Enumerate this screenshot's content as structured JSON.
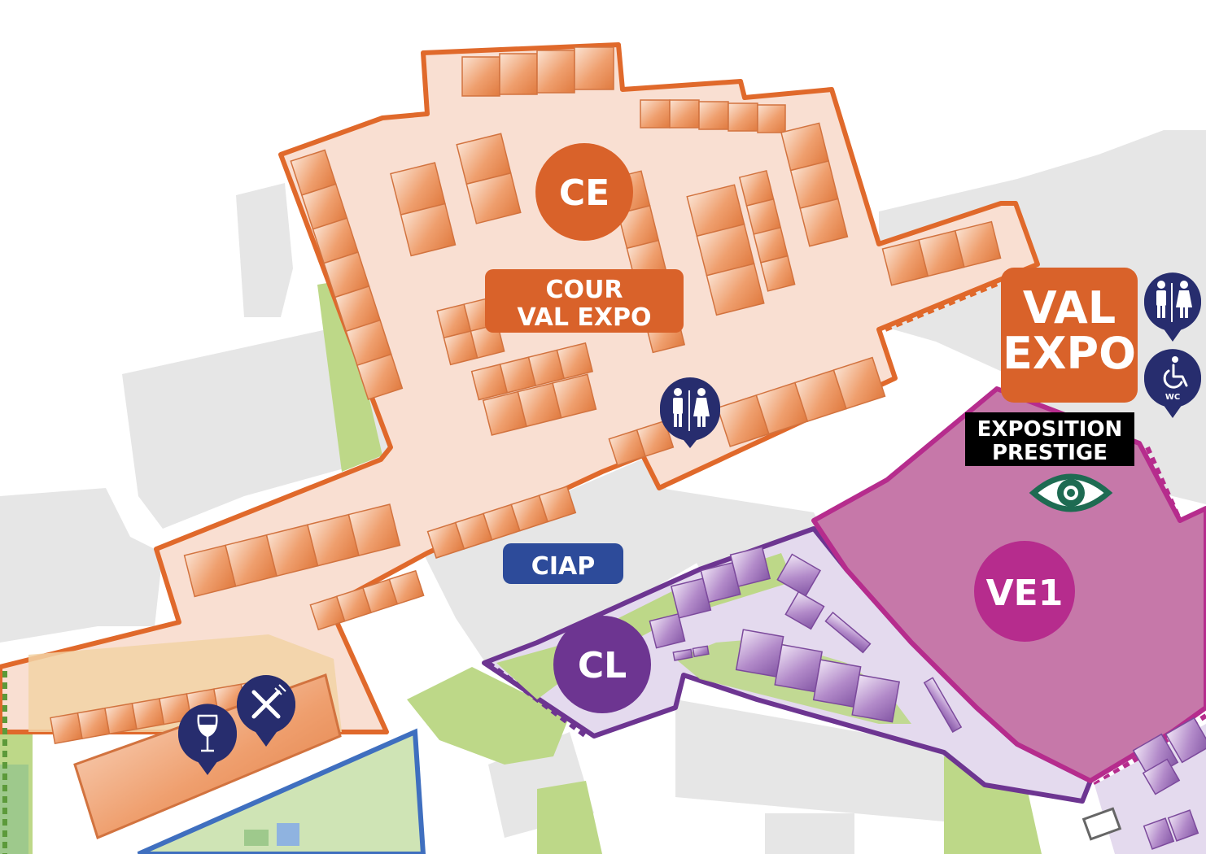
{
  "colors": {
    "background": "#ffffff",
    "building_gray": "#e6e6e6",
    "green_space": "#bdd888",
    "zone_ce_fill": "#f9dfd2",
    "zone_ce_border": "#e0692b",
    "zone_ce_badge": "#d9622a",
    "zone_cl_fill": "#e4daee",
    "zone_cl_border": "#6d3591",
    "zone_cl_badge": "#6d3591",
    "zone_ve1_fill": "#c678a9",
    "zone_ve1_border": "#b62c8d",
    "zone_ve1_badge": "#b62c8d",
    "label_ciap_bg": "#2d4b9a",
    "pin_navy": "#272d6e",
    "prestige_eye": "#1e6b52",
    "prestige_label_bg": "#000000",
    "stand_orange": "#e8915f",
    "stand_purple": "#9d72b8"
  },
  "zones": {
    "ce": {
      "code": "CE",
      "label_line1": "COUR",
      "label_line2": "VAL EXPO"
    },
    "cl": {
      "code": "CL"
    },
    "ve1": {
      "code": "VE1"
    },
    "ciap": {
      "label": "CIAP"
    },
    "val_expo": {
      "line1": "VAL",
      "line2": "EXPO"
    },
    "prestige": {
      "line1": "EXPOSITION",
      "line2": "PRESTIGE"
    }
  },
  "icons": {
    "toilets_center": "toilets-icon",
    "toilets_right": "toilets-icon",
    "accessible_wc": "accessible-wc-icon",
    "accessible_wc_label": "WC",
    "wine_bar": "wine-glass-icon",
    "restaurant": "fork-knife-icon",
    "prestige_view": "eye-icon"
  }
}
